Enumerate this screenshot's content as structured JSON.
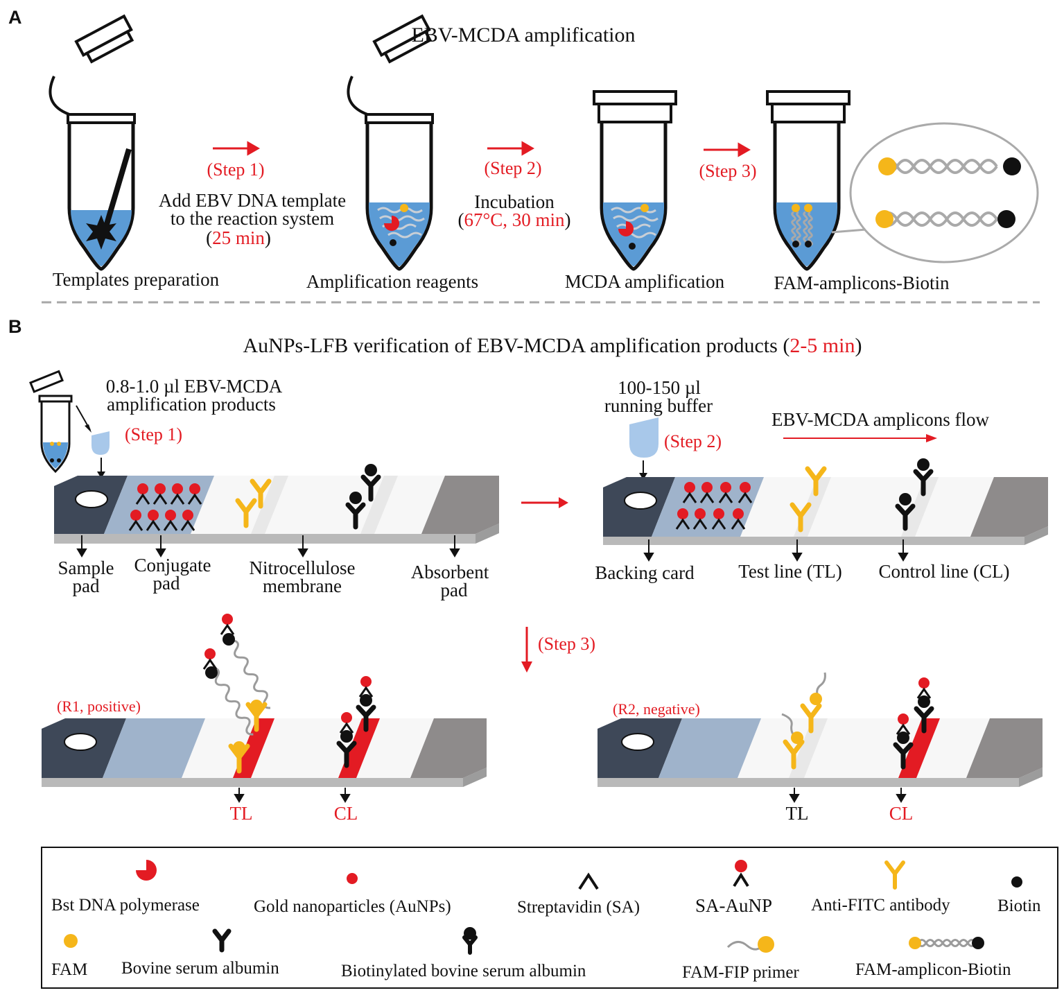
{
  "panelA": {
    "letter": "A",
    "title": "EBV-MCDA amplification",
    "tubes": [
      "Templates preparation",
      "Amplification reagents",
      "MCDA amplification",
      "FAM-amplicons-Biotin"
    ],
    "step1": {
      "label": "(Step 1)",
      "line1": "Add EBV DNA template",
      "line2": "to the reaction system",
      "open": "(",
      "time": "25 min",
      "close": ")"
    },
    "step2": {
      "label": "(Step 2)",
      "line1": "Incubation",
      "open": "(",
      "cond": "67°C, 30 min",
      "close": ")"
    },
    "step3": {
      "label": "(Step 3)"
    }
  },
  "panelB": {
    "letter": "B",
    "title_pre": "AuNPs-LFB verification of EBV-MCDA amplification products (",
    "title_time": "2-5 min",
    "title_post": ")",
    "products": {
      "line1": "0.8-1.0 µl EBV-MCDA",
      "line2": "amplification products"
    },
    "buffer": {
      "line1": "100-150 µl",
      "line2": "running buffer"
    },
    "step1": "(Step 1)",
    "step2": "(Step 2)",
    "step3": "(Step 3)",
    "flow": "EBV-MCDA amplicons flow",
    "parts": {
      "sample": [
        "Sample",
        "pad"
      ],
      "conjugate": [
        "Conjugate",
        "pad"
      ],
      "nitro": [
        "Nitrocellulose",
        "membrane"
      ],
      "absorbent": [
        "Absorbent",
        "pad"
      ],
      "backing": "Backing card",
      "test": "Test line (TL)",
      "control": "Control line (CL)"
    },
    "r1": "(R1, positive)",
    "r2": "(R2, negative)",
    "tl": "TL",
    "cl": "CL"
  },
  "legend": {
    "bst": "Bst DNA polymerase",
    "aunp": "Gold nanoparticles (AuNPs)",
    "sa": "Streptavidin (SA)",
    "saaunp": "SA-AuNP",
    "fitc": "Anti-FITC antibody",
    "biotin": "Biotin",
    "fam": "FAM",
    "bsa": "Bovine serum albumin",
    "bbsa": "Biotinylated bovine serum albumin",
    "fip": "FAM-FIP primer",
    "amplicon": "FAM-amplicon-Biotin"
  },
  "colors": {
    "red": "#e31b23",
    "yellow": "#f5b61a",
    "blue": "#5b9bd5",
    "padDark": "#3e4858",
    "padBlue": "#9fb3cb",
    "padGray": "#8e8b8b"
  }
}
